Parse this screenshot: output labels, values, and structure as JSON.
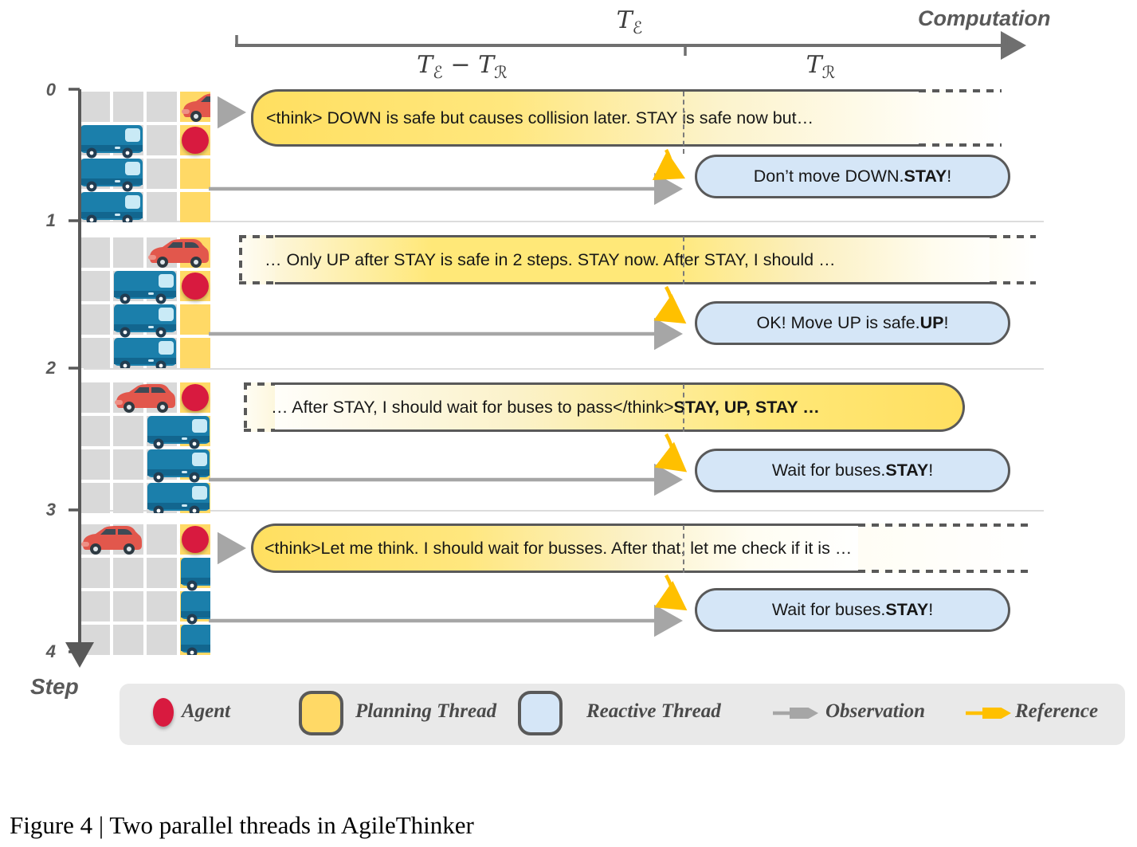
{
  "timeline": {
    "computation_label": "Computation",
    "total": {
      "base": "T",
      "sub": "ℰ"
    },
    "left": {
      "base1": "T",
      "sub1": "ℰ",
      "minus": "−",
      "base2": "T",
      "sub2": "ℛ"
    },
    "right": {
      "base": "T",
      "sub": "ℛ"
    }
  },
  "step_axis": {
    "label": "Step",
    "ticks": [
      "0",
      "1",
      "2",
      "3",
      "4"
    ]
  },
  "steps": [
    {
      "planning": {
        "segments": [
          {
            "t": "<think> DOWN is safe but causes collision later. STAY is safe now but…",
            "b": false
          }
        ]
      },
      "reactive": {
        "segments": [
          {
            "t": "Don’t move DOWN. ",
            "b": false
          },
          {
            "t": "STAY",
            "b": true
          },
          {
            "t": "!",
            "b": false
          }
        ]
      },
      "grid": {
        "bus_col": 0,
        "car_col": 3,
        "agent_row": 1,
        "agent_col": 3
      }
    },
    {
      "planning": {
        "segments": [
          {
            "t": "… Only UP after STAY is safe in 2 steps. STAY now. After STAY, I should …",
            "b": false
          }
        ]
      },
      "reactive": {
        "segments": [
          {
            "t": "OK! Move UP is safe. ",
            "b": false
          },
          {
            "t": "UP",
            "b": true
          },
          {
            "t": "!",
            "b": false
          }
        ]
      },
      "grid": {
        "bus_col": 1,
        "car_col": 2,
        "agent_row": 1,
        "agent_col": 3
      }
    },
    {
      "planning": {
        "segments": [
          {
            "t": "… After STAY, I should wait for buses to pass</think> ",
            "b": false
          },
          {
            "t": "STAY, UP, STAY …",
            "b": true
          }
        ]
      },
      "reactive": {
        "segments": [
          {
            "t": "Wait for buses. ",
            "b": false
          },
          {
            "t": "STAY",
            "b": true
          },
          {
            "t": "!",
            "b": false
          }
        ]
      },
      "grid": {
        "bus_col": 2,
        "car_col": 1,
        "agent_row": 0,
        "agent_col": 3
      }
    },
    {
      "planning": {
        "segments": [
          {
            "t": "<think>Let me think. I should wait for busses. After that, let me check if it is …",
            "b": false
          }
        ]
      },
      "reactive": {
        "segments": [
          {
            "t": "Wait for buses. ",
            "b": false
          },
          {
            "t": "STAY",
            "b": true
          },
          {
            "t": "!",
            "b": false
          }
        ]
      },
      "grid": {
        "bus_col": 3,
        "car_col": 0,
        "agent_row": 0,
        "agent_col": 3
      }
    }
  ],
  "legend": {
    "agent": "Agent",
    "planning": "Planning Thread",
    "reactive": "Reactive Thread",
    "observation": "Observation",
    "reference": "Reference"
  },
  "caption": "Figure 4 | Two parallel threads in AgileThinker",
  "colors": {
    "planning_yellow": "#FFE06A",
    "reactive_blue": "#D5E6F7",
    "agent_red": "#D81A3F",
    "bus_blue": "#1B7FAB",
    "grid_gray": "#D9D9D9",
    "goal_yellow": "#FFD966",
    "observation_gray": "#A6A6A6",
    "reference_yellow": "#FFC000",
    "border_gray": "#595959"
  }
}
